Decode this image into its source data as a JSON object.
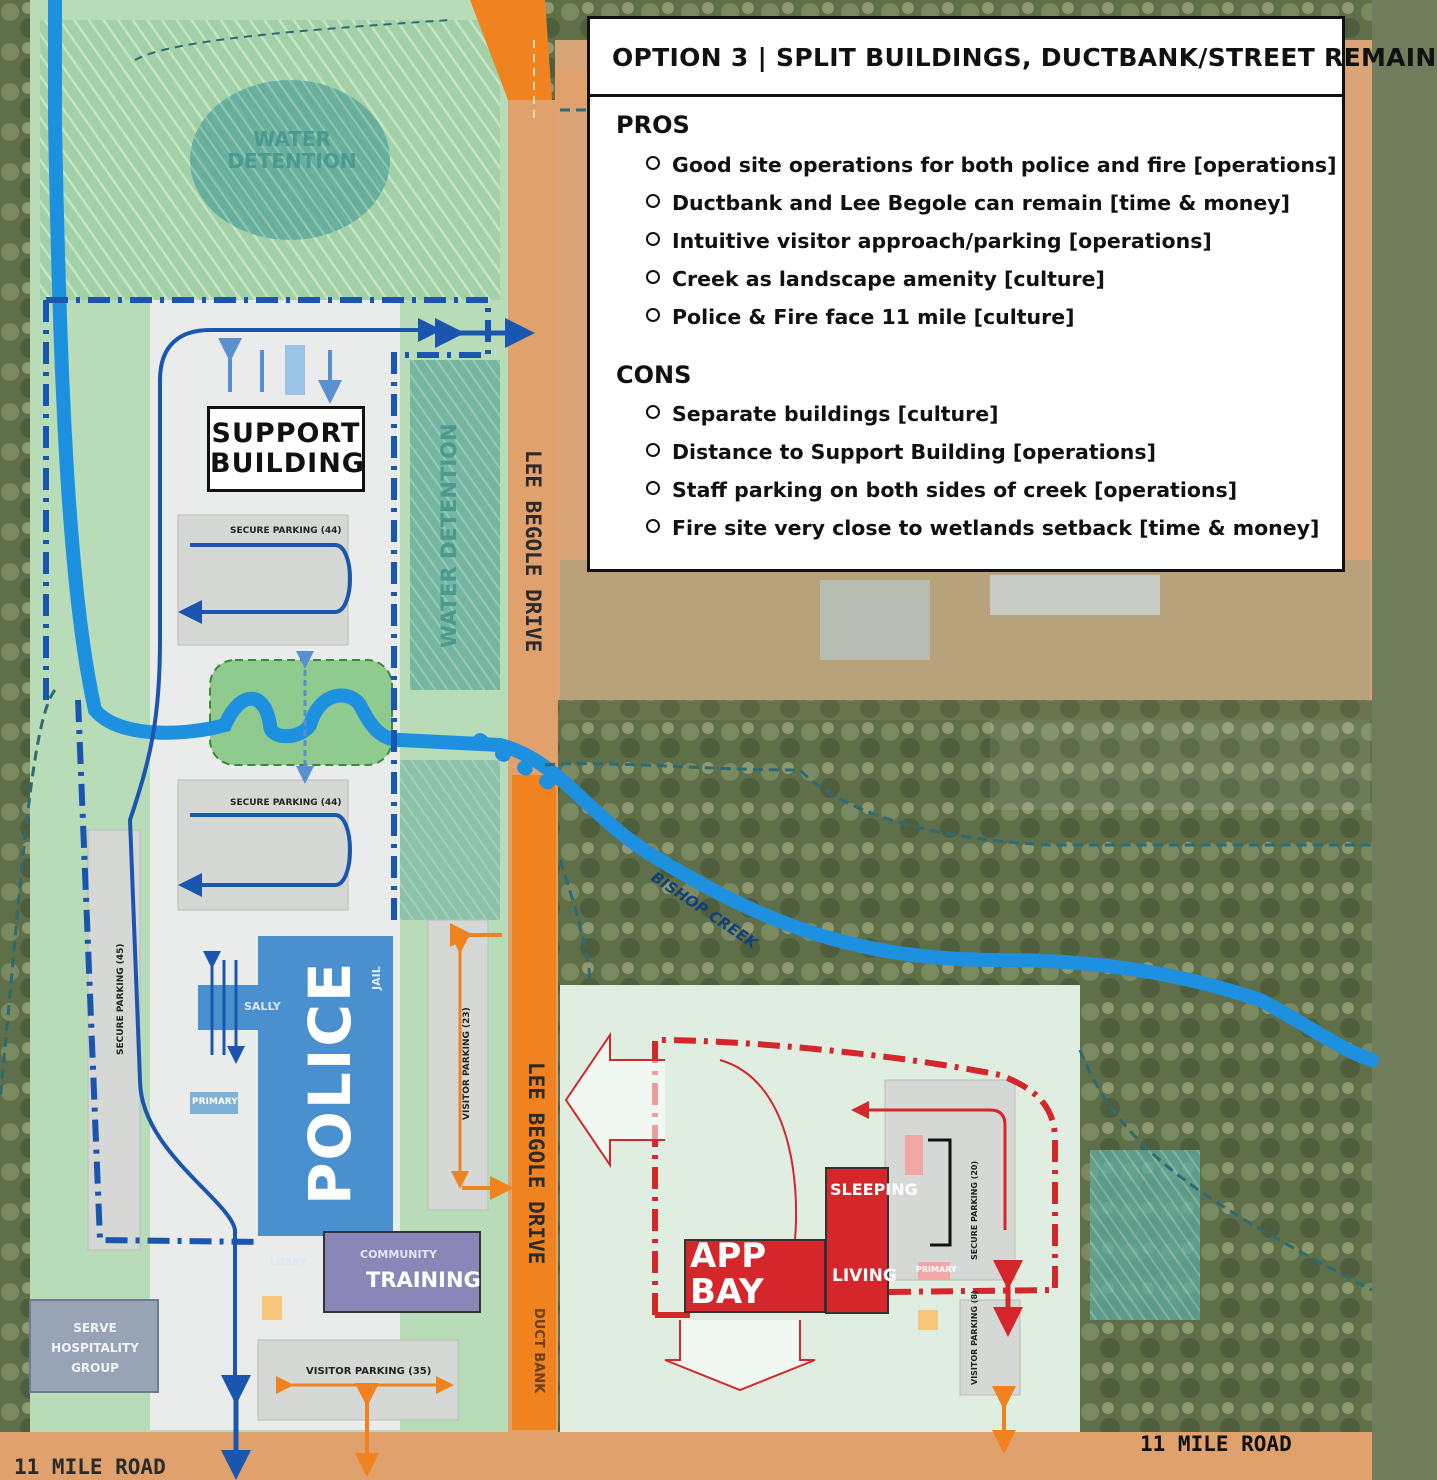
{
  "panel": {
    "title": "OPTION 3 | SPLIT BUILDINGS, DUCTBANK/STREET REMAIN",
    "pros_heading": "PROS",
    "pros": [
      "Good site operations for both police and fire [operations]",
      "Ductbank and Lee Begole can remain [time & money]",
      "Intuitive visitor approach/parking [operations]",
      "Creek as landscape amenity [culture]",
      "Police & Fire face 11 mile [culture]"
    ],
    "cons_heading": "CONS",
    "cons": [
      "Separate buildings [culture]",
      "Distance to Support Building [operations]",
      "Staff parking on both sides of creek [operations]",
      "Fire site very close to wetlands setback [time & money]"
    ]
  },
  "map": {
    "water_detention_top": "WATER DETENTION",
    "water_detention_side": "WATER DETENTION",
    "support_building": "SUPPORT BUILDING",
    "secure_parking_upper": "SECURE PARKING (44)",
    "secure_parking_lower": "SECURE PARKING (44)",
    "secure_parking_west": "SECURE PARKING (45)",
    "visitor_parking_east": "VISITOR PARKING (23)",
    "visitor_parking_south": "VISITOR PARKING (35)",
    "lee_begole_drive_1": "LEE BEGOLE DRIVE",
    "lee_begole_drive_2": "LEE BEGOLE DRIVE",
    "duct_bank": "DUCT BANK",
    "bishop_creek": "BISHOP CREEK",
    "eleven_mile_road_west": "11 MILE ROAD",
    "eleven_mile_road_east": "11 MILE ROAD",
    "police": "POLICE",
    "sally": "SALLY",
    "jail": "JAIL",
    "primary_police": "PRIMARY",
    "lobby": "LOBBY",
    "community": "COMMUNITY",
    "training": "TRAINING",
    "serve_hospitality": "SERVE HOSPITALITY GROUP",
    "app_bay": "APP BAY",
    "sleeping": "SLEEPING",
    "living": "LIVING",
    "primary_fire": "PRIMARY",
    "secure_parking_fire": "SECURE PARKING (20)",
    "visitor_parking_fire": "VISITOR PARKING (8)"
  },
  "colors": {
    "police": "#4a90cf",
    "fire": "#d4262b",
    "training": "#8a86b8",
    "road": "#e0a16c",
    "ductbank": "#f0831f",
    "creek": "#1e90e0",
    "boundary_police": "#1a56b0",
    "boundary_fire": "#d4262b",
    "water_detention": "#4a9a8f"
  }
}
